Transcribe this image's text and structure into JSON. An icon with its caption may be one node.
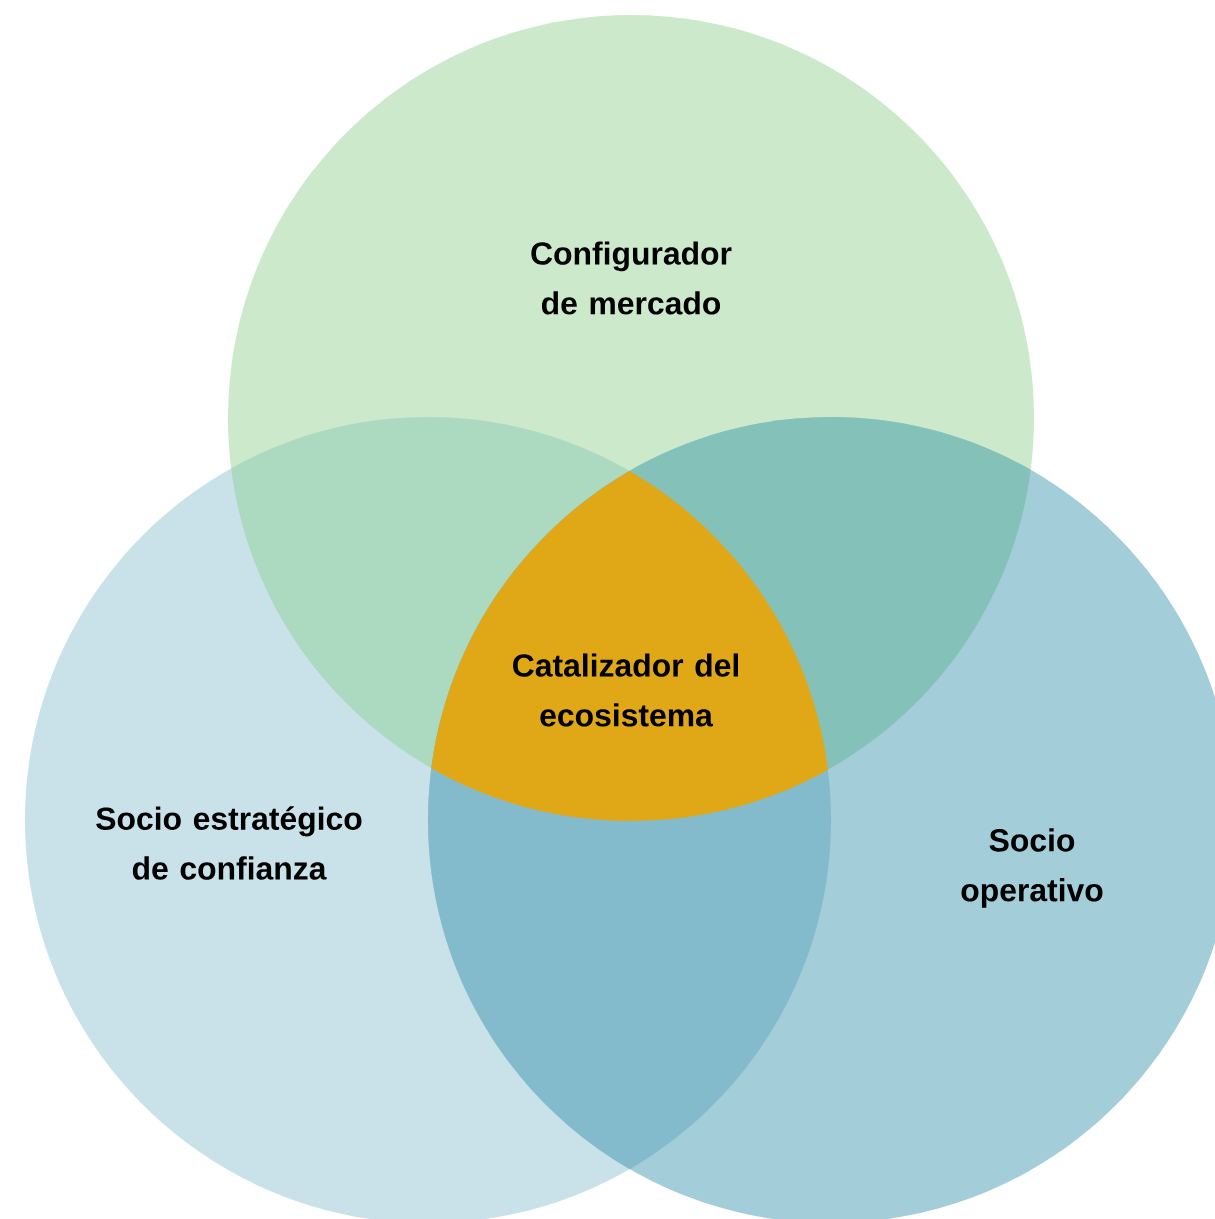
{
  "diagram": {
    "nodes": [
      {
        "text": [
          "Configurador de mercado"
        ]
      },
      {
        "text": [
          "Socio estratégico de confianza"
        ]
      },
      {
        "text": [
          "Socio operativo"
        ]
      },
      {
        "text": [
          "Catalizador del ecosistema"
        ]
      }
    ]
  }
}
